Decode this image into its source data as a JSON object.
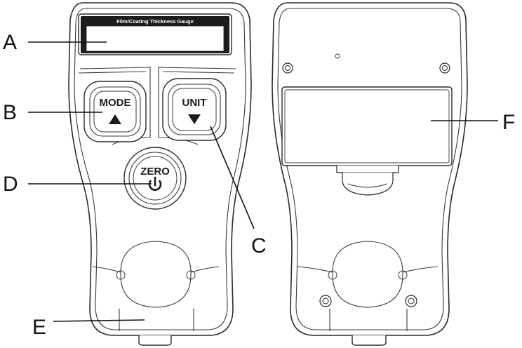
{
  "front": {
    "screen_title": "Film/Coating Thickness Gauge",
    "buttons": {
      "mode_label": "MODE",
      "unit_label": "UNIT",
      "zero_label": "ZERO"
    }
  },
  "callouts": {
    "a": "A",
    "b": "B",
    "c": "C",
    "d": "D",
    "e": "E",
    "f": "F"
  },
  "icons": [
    "up-triangle-icon",
    "down-triangle-icon",
    "power-icon"
  ],
  "colors": {
    "line": "#2a2a2a",
    "screen": "#1c1c1c",
    "background": "#ffffff"
  }
}
